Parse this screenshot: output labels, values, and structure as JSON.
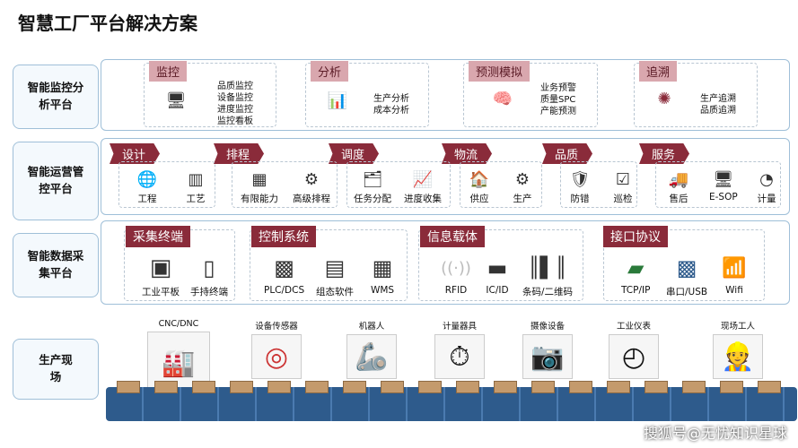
{
  "title": "智慧工厂平台解决方案",
  "sides": [
    "智能监控分析平台",
    "智能运营管控平台",
    "智能数据采集平台",
    "生产现场"
  ],
  "monitor": {
    "tags": [
      "监控",
      "分析",
      "预测模拟",
      "追溯"
    ],
    "lists": [
      [
        "品质监控",
        "设备监控",
        "进度监控",
        "监控看板"
      ],
      [
        "生产分析",
        "成本分析"
      ],
      [
        "业务预警",
        "质量SPC",
        "产能预测"
      ],
      [
        "生产追溯",
        "品质追溯"
      ]
    ]
  },
  "ops": {
    "tags": [
      "设计",
      "排程",
      "调度",
      "物流",
      "品质",
      "服务"
    ],
    "items": [
      "工程",
      "工艺",
      "有限能力",
      "高级排程",
      "任务分配",
      "进度收集",
      "供应",
      "生产",
      "防错",
      "巡检",
      "售后",
      "E-SOP",
      "计量"
    ]
  },
  "collect": {
    "tags": [
      "采集终端",
      "控制系统",
      "信息载体",
      "接口协议"
    ],
    "items": [
      "工业平板",
      "手持终端",
      "PLC/DCS",
      "组态软件",
      "WMS",
      "RFID",
      "IC/ID",
      "条码/二维码",
      "TCP/IP",
      "串口/USB",
      "Wifi"
    ]
  },
  "floor": {
    "items": [
      "CNC/DNC",
      "设备传感器",
      "机器人",
      "计量器具",
      "摄像设备",
      "工业仪表",
      "现场工人"
    ]
  },
  "watermark": "搜狐号@无忧知识星球"
}
